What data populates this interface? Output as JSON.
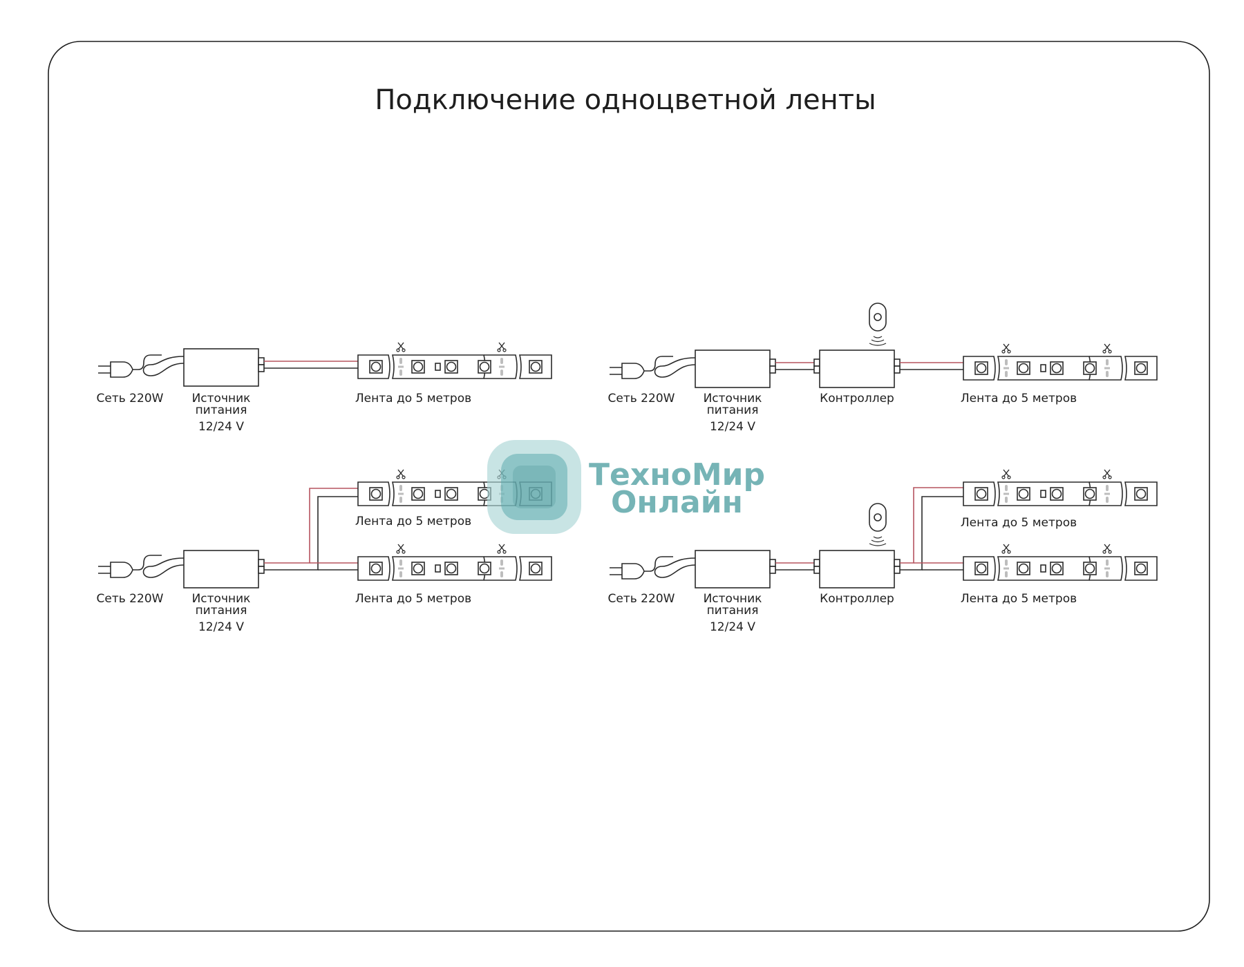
{
  "title": "Подключение одноцветной ленты",
  "labels": {
    "mains": "Сеть 220W",
    "psu_line1": "Источник",
    "psu_line2": "питания",
    "psu_voltage": "12/24 V",
    "controller": "Контроллер",
    "strip": "Лента до 5 метров"
  },
  "watermark": {
    "line1": "ТехноМир",
    "line2": "Онлайн"
  },
  "colors": {
    "wire_positive": "#b5535f",
    "wire_negative": "#2a2a2a",
    "watermark": "#5fa8aa"
  }
}
